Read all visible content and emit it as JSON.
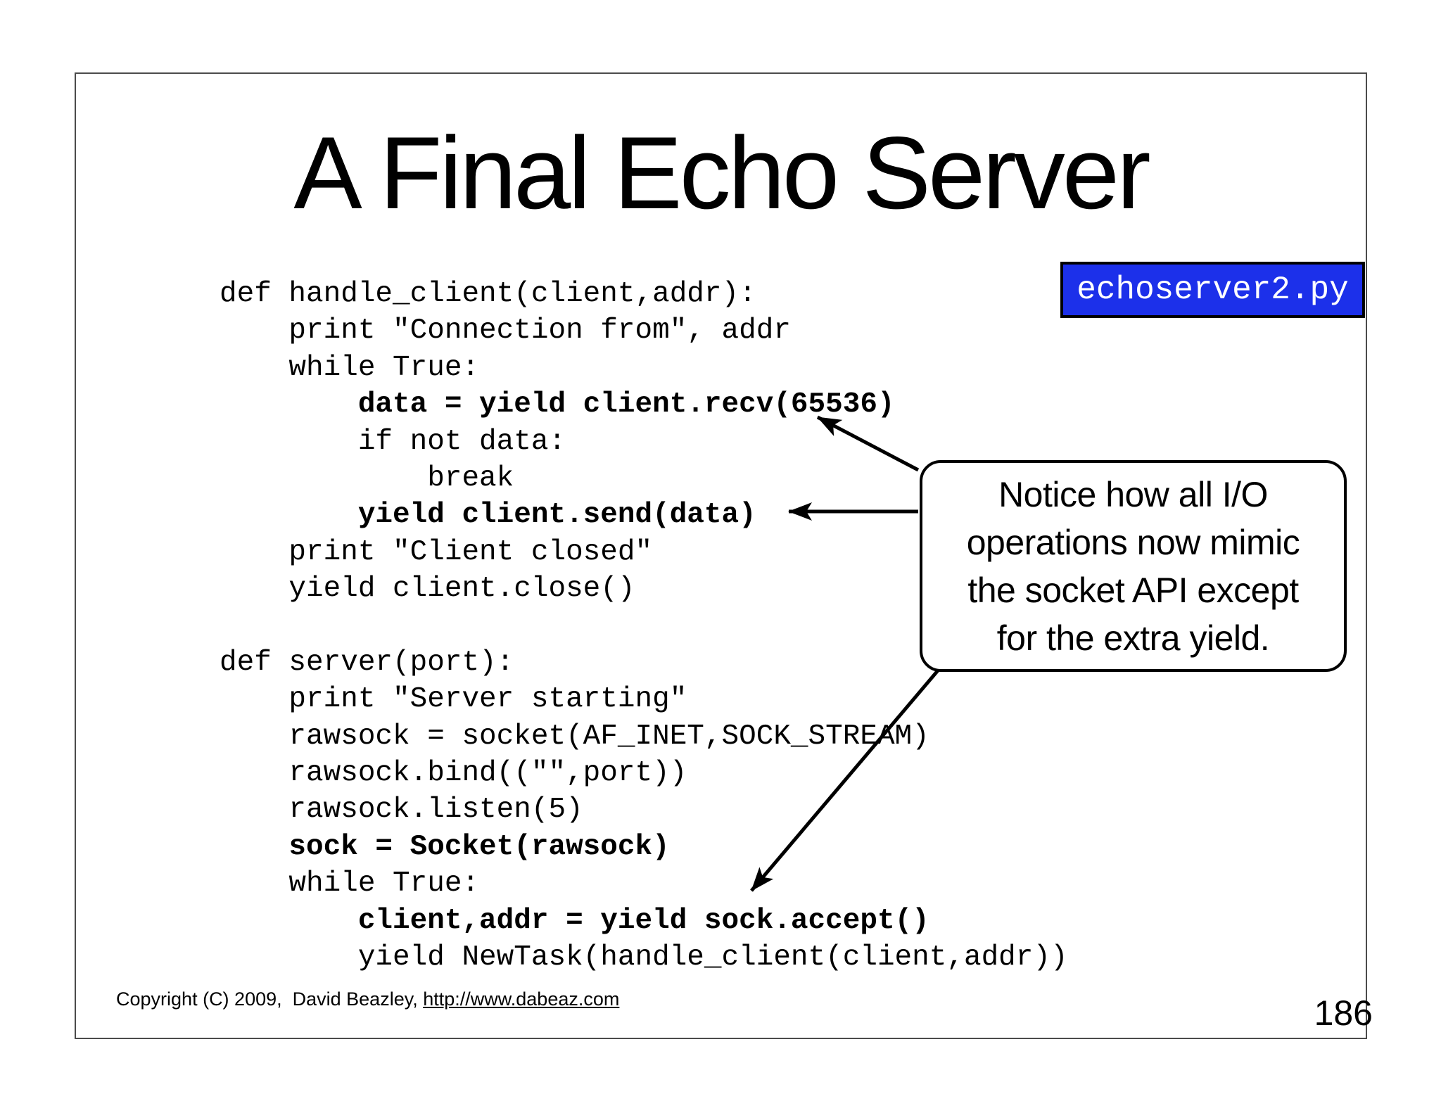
{
  "slide": {
    "title": "A Final Echo Server",
    "file_label": {
      "text": "echoserver2.py",
      "bg_color": "#1c30ea",
      "text_color": "#ffffff"
    },
    "code": {
      "lines": [
        {
          "text": "def handle_client(client,addr):",
          "bold": false
        },
        {
          "text": "    print \"Connection from\", addr",
          "bold": false
        },
        {
          "text": "    while True:",
          "bold": false
        },
        {
          "text": "        data = yield client.recv(65536)",
          "bold": true
        },
        {
          "text": "        if not data:",
          "bold": false
        },
        {
          "text": "            break",
          "bold": false
        },
        {
          "text": "        yield client.send(data)",
          "bold": true
        },
        {
          "text": "    print \"Client closed\"",
          "bold": false
        },
        {
          "text": "    yield client.close()",
          "bold": false
        },
        {
          "text": "",
          "bold": false
        },
        {
          "text": "def server(port):",
          "bold": false
        },
        {
          "text": "    print \"Server starting\"",
          "bold": false
        },
        {
          "text": "    rawsock = socket(AF_INET,SOCK_STREAM)",
          "bold": false
        },
        {
          "text": "    rawsock.bind((\"\",port))",
          "bold": false
        },
        {
          "text": "    rawsock.listen(5)",
          "bold": false
        },
        {
          "text": "    sock = Socket(rawsock)",
          "bold": true
        },
        {
          "text": "    while True:",
          "bold": false
        },
        {
          "text": "        client,addr = yield sock.accept()",
          "bold": true
        },
        {
          "text": "        yield NewTask(handle_client(client,addr))",
          "bold": false
        }
      ]
    },
    "callout": {
      "text": "Notice how all I/O\noperations now mimic\nthe socket API except\nfor the extra yield."
    },
    "footer": {
      "copyright_prefix": "Copyright (C) 2009,  David Beazley, ",
      "copyright_link": "http://www.dabeaz.com"
    },
    "page_number": "186"
  }
}
